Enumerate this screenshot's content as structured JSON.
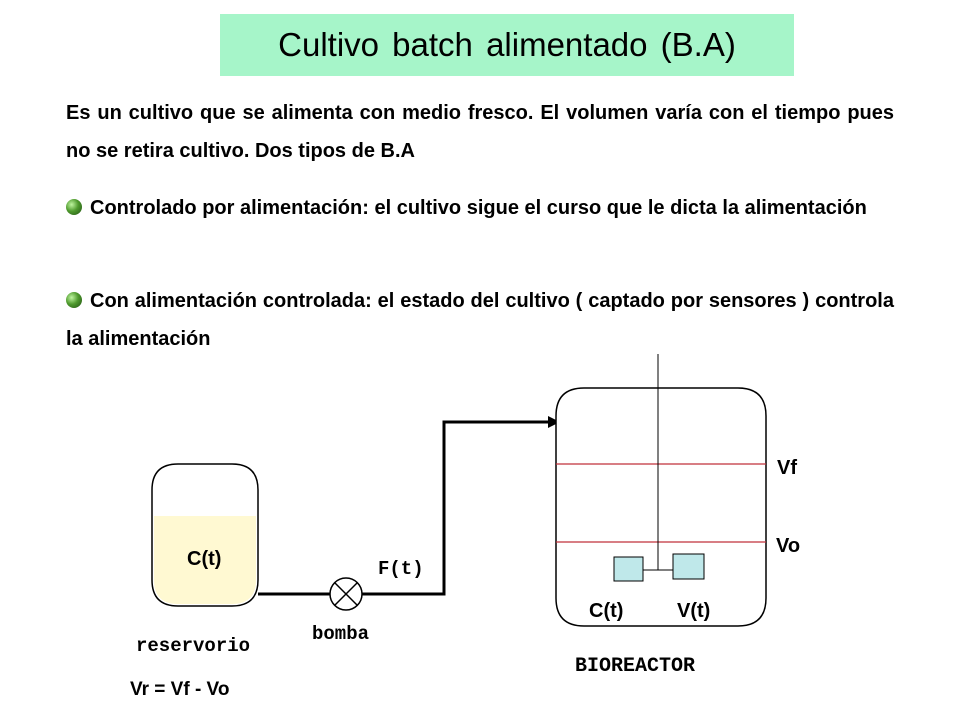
{
  "title": "Cultivo batch alimentado (B.A)",
  "intro": "Es un cultivo que se alimenta con medio fresco. El volumen varía con el tiempo pues no se retira cultivo. Dos tipos de B.A",
  "bullets": [
    {
      "icon": "green-sphere-bullet-icon",
      "text": "Controlado por alimentación: el cultivo sigue el curso que le dicta la alimentación"
    },
    {
      "icon": "green-sphere-bullet-icon",
      "text": "Con alimentación controlada: el estado del cultivo ( captado por sensores ) controla la alimentación"
    }
  ],
  "diagram": {
    "reservoir_content_label": "C(t)",
    "reservoir_label": "reservorio",
    "reservoir_equation": "Vr = Vf - Vo",
    "pump_label": "bomba",
    "flow_label": "F(t)",
    "bioreactor_label": "BIOREACTOR",
    "level_final_label": "Vf",
    "level_initial_label": "Vo",
    "sensor_concentration_label": "C(t)",
    "sensor_volume_label": "V(t)"
  },
  "colors": {
    "title_background": "#a6f5c9",
    "reservoir_liquid": "#fff9d2",
    "level_lines": "#c0303a",
    "sensor_fill": "#bfe8ea"
  }
}
